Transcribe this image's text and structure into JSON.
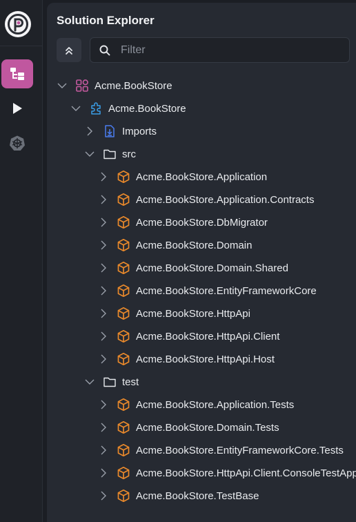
{
  "panel": {
    "title": "Solution Explorer"
  },
  "filter": {
    "placeholder": "Filter"
  },
  "colors": {
    "accent": "#c0579f",
    "project_icon": "#e9892b",
    "solution_icon": "#c65aa0",
    "package_icon": "#3a9ee8",
    "imports_icon": "#4a7cf0"
  },
  "rail": {
    "items": [
      "solution-explorer",
      "run",
      "kubernetes"
    ]
  },
  "tree": {
    "solution": {
      "label": "Acme.BookStore",
      "icon": "solution-icon",
      "expanded": true
    },
    "module": {
      "label": "Acme.BookStore",
      "icon": "module-icon",
      "expanded": true
    },
    "imports": {
      "label": "Imports",
      "icon": "imports-icon",
      "expanded": false
    },
    "src": {
      "label": "src",
      "icon": "folder-icon",
      "expanded": true,
      "items": [
        "Acme.BookStore.Application",
        "Acme.BookStore.Application.Contracts",
        "Acme.BookStore.DbMigrator",
        "Acme.BookStore.Domain",
        "Acme.BookStore.Domain.Shared",
        "Acme.BookStore.EntityFrameworkCore",
        "Acme.BookStore.HttpApi",
        "Acme.BookStore.HttpApi.Client",
        "Acme.BookStore.HttpApi.Host"
      ]
    },
    "test": {
      "label": "test",
      "icon": "folder-icon",
      "expanded": true,
      "items": [
        "Acme.BookStore.Application.Tests",
        "Acme.BookStore.Domain.Tests",
        "Acme.BookStore.EntityFrameworkCore.Tests",
        "Acme.BookStore.HttpApi.Client.ConsoleTestApp",
        "Acme.BookStore.TestBase"
      ]
    }
  }
}
